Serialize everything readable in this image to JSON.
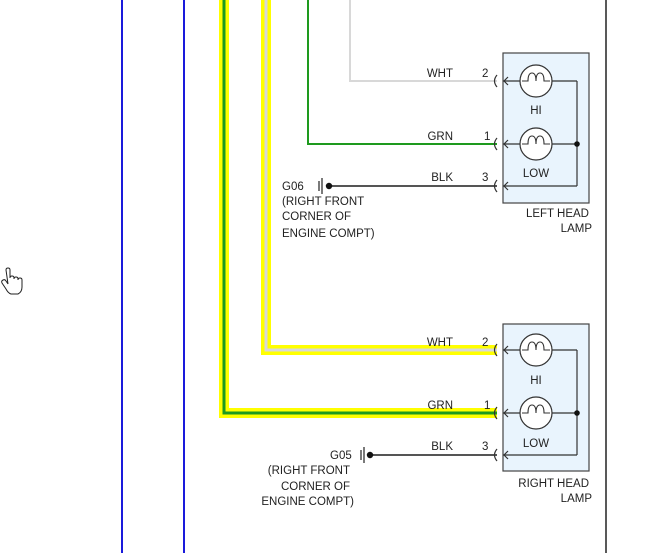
{
  "diagram": {
    "left_lamp": {
      "name_line1": "LEFT HEAD",
      "name_line2": "LAMP",
      "hi_label": "HI",
      "low_label": "LOW",
      "wires": [
        {
          "color_code": "WHT",
          "pin": "2"
        },
        {
          "color_code": "GRN",
          "pin": "1"
        },
        {
          "color_code": "BLK",
          "pin": "3"
        }
      ],
      "ground": {
        "id": "G06",
        "desc_line1": "(RIGHT FRONT",
        "desc_line2": "CORNER OF",
        "desc_line3": "ENGINE COMPT)"
      }
    },
    "right_lamp": {
      "name_line1": "RIGHT HEAD",
      "name_line2": "LAMP",
      "hi_label": "HI",
      "low_label": "LOW",
      "wires": [
        {
          "color_code": "WHT",
          "pin": "2"
        },
        {
          "color_code": "GRN",
          "pin": "1"
        },
        {
          "color_code": "BLK",
          "pin": "3"
        }
      ],
      "ground": {
        "id": "G05",
        "desc_line1": "(RIGHT FRONT",
        "desc_line2": "CORNER OF",
        "desc_line3": "ENGINE COMPT)"
      }
    },
    "colors": {
      "blue_wire": "#1a1adb",
      "green_wire": "#1e9a1e",
      "white_wire": "#d8d8d8",
      "black_wire": "#555555",
      "highlight": "#ffff00",
      "lamp_fill": "#e9f4fd"
    },
    "cursor": "hand-pointer-icon"
  }
}
